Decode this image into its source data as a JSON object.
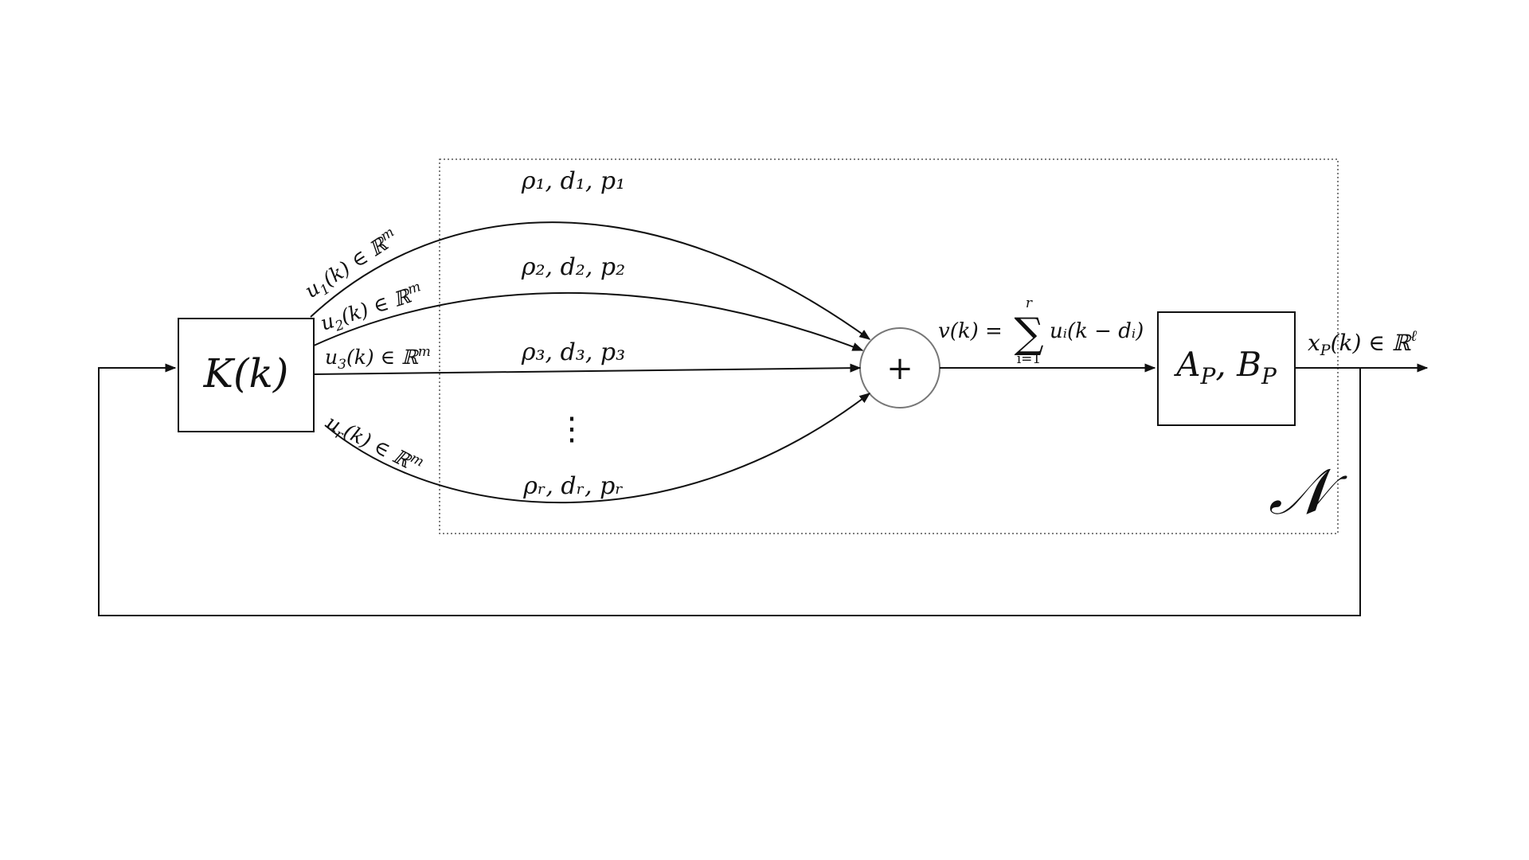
{
  "diagram": {
    "controller_block": {
      "label": "K(k)"
    },
    "plant_block": {
      "label_main_a": "A",
      "label_sub_a": "P",
      "label_sep": ", ",
      "label_main_b": "B",
      "label_sub_b": "P"
    },
    "summing_junction": {
      "symbol": "+"
    },
    "network_label": "𝒩",
    "channels": [
      {
        "input_label_u": "u",
        "input_sub": "1",
        "input_rest": "(k) ∈ ℝ",
        "input_sup": "m",
        "param_label": "ρ₁, d₁, p₁"
      },
      {
        "input_label_u": "u",
        "input_sub": "2",
        "input_rest": "(k) ∈ ℝ",
        "input_sup": "m",
        "param_label": "ρ₂, d₂, p₂"
      },
      {
        "input_label_u": "u",
        "input_sub": "3",
        "input_rest": "(k) ∈ ℝ",
        "input_sup": "m",
        "param_label": "ρ₃, d₃, p₃"
      },
      {
        "input_label_u": "u",
        "input_sub": "r",
        "input_rest": "(k) ∈ ℝ",
        "input_sup": "m",
        "param_label": "ρᵣ, dᵣ, pᵣ"
      }
    ],
    "ellipsis": "⋮",
    "sum_equation": {
      "lhs": "v(k) = ",
      "sigma": "∑",
      "upper": "r",
      "lower": "i=1",
      "rhs": "uᵢ(k − dᵢ)"
    },
    "output_label": {
      "main": "x",
      "sub": "P",
      "rest": "(k) ∈ ℝ",
      "sup": "ℓ"
    }
  }
}
